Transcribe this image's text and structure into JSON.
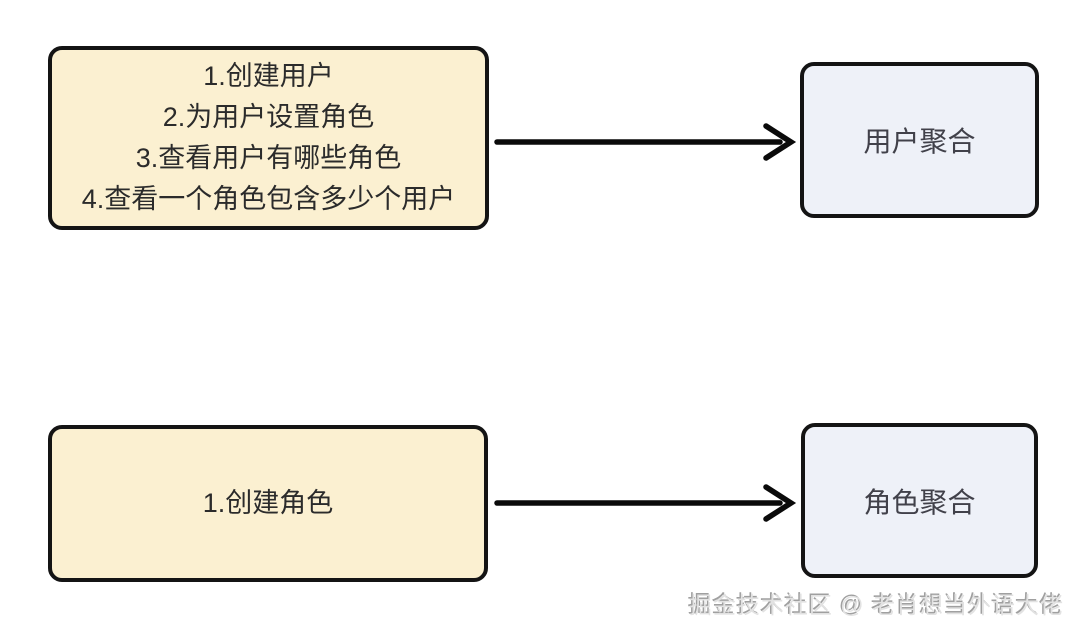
{
  "colors": {
    "command_box_fill": "#FBF0D1",
    "aggregate_box_fill": "#EEF1F8",
    "box_border": "#141414",
    "arrow": "#0a0a0a",
    "watermark_gray": "#b5b5b5"
  },
  "flows": [
    {
      "id": "user",
      "commands": {
        "lines": [
          "1.创建用户",
          "2.为用户设置角色",
          "3.查看用户有哪些角色",
          "4.查看一个角色包含多少个用户"
        ]
      },
      "aggregate": {
        "label": "用户聚合"
      }
    },
    {
      "id": "role",
      "commands": {
        "lines": [
          "1.创建角色"
        ]
      },
      "aggregate": {
        "label": "角色聚合"
      }
    }
  ],
  "watermark": {
    "text": "掘金技术社区 @ 老肖想当外语大佬"
  }
}
